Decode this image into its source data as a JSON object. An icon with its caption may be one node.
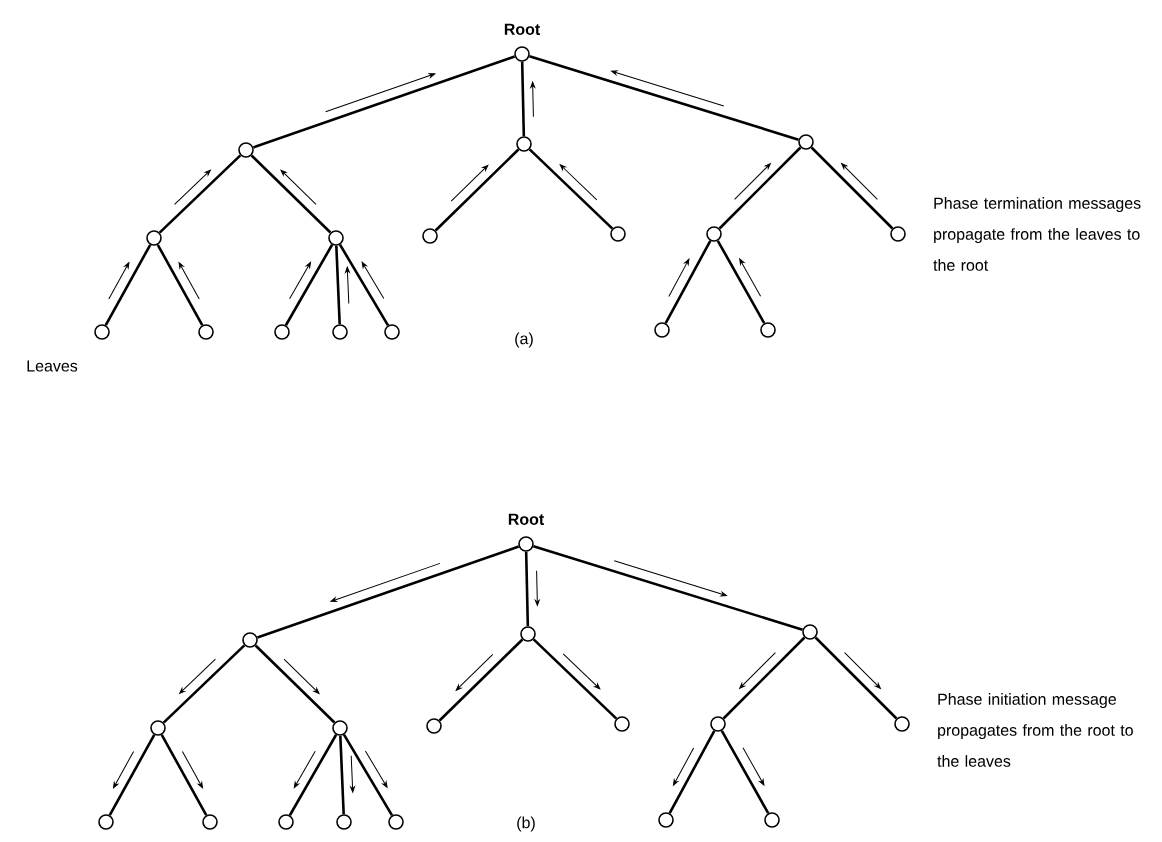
{
  "diagram": {
    "nodes": [
      {
        "text": [],
        "shape": "circle",
        "beside": [
          "Root"
        ]
      },
      {
        "text": [],
        "shape": "circle"
      },
      {
        "text": [],
        "shape": "circle"
      },
      {
        "text": [],
        "shape": "circle"
      },
      {
        "text": [],
        "shape": "circle"
      },
      {
        "text": [],
        "shape": "circle"
      },
      {
        "text": [],
        "shape": "circle"
      },
      {
        "text": [],
        "shape": "circle"
      },
      {
        "text": [],
        "shape": "circle"
      },
      {
        "text": [],
        "shape": "circle"
      },
      {
        "text": [],
        "shape": "circle"
      },
      {
        "text": [],
        "shape": "circle"
      },
      {
        "text": [],
        "shape": "circle"
      },
      {
        "text": [],
        "shape": "circle"
      },
      {
        "text": [],
        "shape": "circle"
      },
      {
        "text": [],
        "shape": "circle"
      },
      {
        "text": [],
        "shape": "circle"
      },
      {
        "text": [],
        "shape": "circle",
        "beside": [
          "Root"
        ]
      },
      {
        "text": [],
        "shape": "circle"
      },
      {
        "text": [],
        "shape": "circle"
      },
      {
        "text": [],
        "shape": "circle"
      },
      {
        "text": [],
        "shape": "circle"
      },
      {
        "text": [],
        "shape": "circle"
      },
      {
        "text": [],
        "shape": "circle"
      },
      {
        "text": [],
        "shape": "circle"
      },
      {
        "text": [],
        "shape": "circle"
      },
      {
        "text": [],
        "shape": "circle"
      },
      {
        "text": [],
        "shape": "circle"
      },
      {
        "text": [],
        "shape": "circle"
      },
      {
        "text": [],
        "shape": "circle"
      },
      {
        "text": [],
        "shape": "circle"
      },
      {
        "text": [],
        "shape": "circle"
      },
      {
        "text": [],
        "shape": "circle"
      },
      {
        "text": [],
        "shape": "circle"
      }
    ],
    "edges": [
      {
        "from": 0,
        "to": 1,
        "arrow": "none"
      },
      {
        "from": 0,
        "to": 2,
        "arrow": "none"
      },
      {
        "from": 0,
        "to": 3,
        "arrow": "none"
      },
      {
        "from": 1,
        "to": 4,
        "arrow": "none"
      },
      {
        "from": 1,
        "to": 5,
        "arrow": "none"
      },
      {
        "from": 2,
        "to": 6,
        "arrow": "none"
      },
      {
        "from": 2,
        "to": 7,
        "arrow": "none"
      },
      {
        "from": 3,
        "to": 8,
        "arrow": "none"
      },
      {
        "from": 3,
        "to": 9,
        "arrow": "none"
      },
      {
        "from": 4,
        "to": 10,
        "arrow": "none"
      },
      {
        "from": 4,
        "to": 11,
        "arrow": "none"
      },
      {
        "from": 5,
        "to": 12,
        "arrow": "none"
      },
      {
        "from": 5,
        "to": 13,
        "arrow": "none"
      },
      {
        "from": 5,
        "to": 14,
        "arrow": "none"
      },
      {
        "from": 8,
        "to": 15,
        "arrow": "none"
      },
      {
        "from": 8,
        "to": 16,
        "arrow": "none"
      },
      {
        "from": 17,
        "to": 18,
        "arrow": "none"
      },
      {
        "from": 17,
        "to": 19,
        "arrow": "none"
      },
      {
        "from": 17,
        "to": 20,
        "arrow": "none"
      },
      {
        "from": 18,
        "to": 21,
        "arrow": "none"
      },
      {
        "from": 18,
        "to": 22,
        "arrow": "none"
      },
      {
        "from": 19,
        "to": 23,
        "arrow": "none"
      },
      {
        "from": 19,
        "to": 24,
        "arrow": "none"
      },
      {
        "from": 20,
        "to": 25,
        "arrow": "none"
      },
      {
        "from": 20,
        "to": 26,
        "arrow": "none"
      },
      {
        "from": 21,
        "to": 27,
        "arrow": "none"
      },
      {
        "from": 21,
        "to": 28,
        "arrow": "none"
      },
      {
        "from": 22,
        "to": 29,
        "arrow": "none"
      },
      {
        "from": 22,
        "to": 30,
        "arrow": "none"
      },
      {
        "from": 22,
        "to": 31,
        "arrow": "none"
      },
      {
        "from": 25,
        "to": 32,
        "arrow": "none"
      },
      {
        "from": 25,
        "to": 33,
        "arrow": "none"
      }
    ],
    "labels": [
      "Phase termination messages propagate from the leaves to the root",
      "(a)",
      "Leaves",
      "Phase initiation message propagates from the root to the leaves",
      "(b)"
    ]
  }
}
